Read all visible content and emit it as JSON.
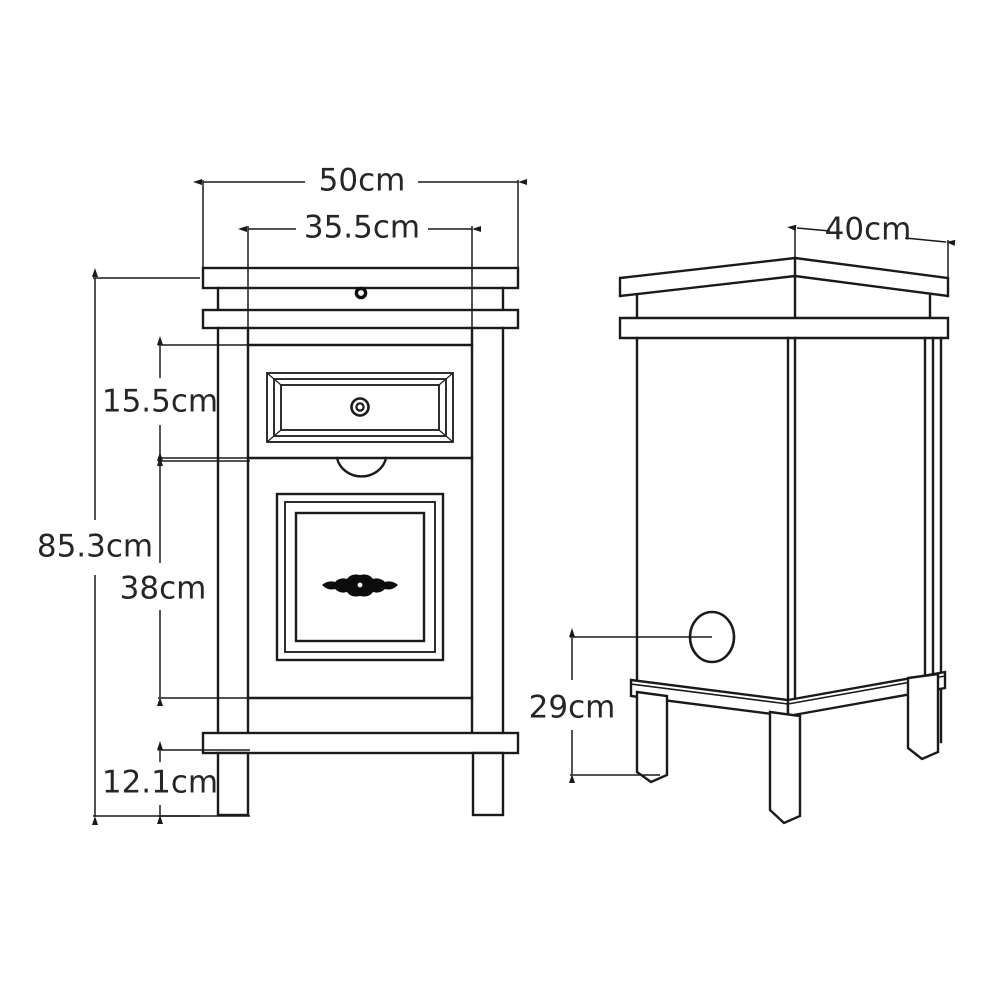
{
  "drawing": {
    "title": "Nightstand / bedside cabinet dimension drawing",
    "background_color": "#ffffff",
    "line_color": "#1a1a1a",
    "text_color": "#262626",
    "unit": "cm"
  },
  "views": {
    "front": {
      "name": "Front elevation",
      "parts": [
        "top-board",
        "top-trim-rail",
        "left-stile",
        "right-stile",
        "drawer-front",
        "door-panel",
        "bottom-rail",
        "left-leg",
        "right-leg"
      ]
    },
    "side": {
      "name": "Side perspective view",
      "parts": [
        "top-board",
        "top-trim-rail",
        "side-panel",
        "corner-post",
        "bottom-rail",
        "front-leg",
        "back-leg",
        "door-knob"
      ]
    }
  },
  "dimensions": {
    "width_overall": {
      "label": "50cm",
      "value": 50,
      "unit": "cm",
      "orientation": "horizontal",
      "view": "front",
      "measures": "overall top width"
    },
    "width_body": {
      "label": "35.5cm",
      "value": 35.5,
      "unit": "cm",
      "orientation": "horizontal",
      "view": "front",
      "measures": "cabinet body width"
    },
    "depth": {
      "label": "40cm",
      "value": 40,
      "unit": "cm",
      "orientation": "diagonal",
      "view": "side",
      "measures": "overall depth"
    },
    "height_overall": {
      "label": "85.3cm",
      "value": 85.3,
      "unit": "cm",
      "orientation": "vertical",
      "view": "front",
      "measures": "overall height"
    },
    "drawer_height": {
      "label": "15.5cm",
      "value": 15.5,
      "unit": "cm",
      "orientation": "vertical",
      "view": "front",
      "measures": "drawer opening height"
    },
    "door_height": {
      "label": "38cm",
      "value": 38,
      "unit": "cm",
      "orientation": "vertical",
      "view": "front",
      "measures": "door opening height"
    },
    "leg_height": {
      "label": "12.1cm",
      "value": 12.1,
      "unit": "cm",
      "orientation": "vertical",
      "view": "front",
      "measures": "leg height"
    },
    "clearance": {
      "label": "29cm",
      "value": 29,
      "unit": "cm",
      "orientation": "vertical",
      "view": "side",
      "measures": "knob height above floor"
    }
  },
  "hardware": {
    "drawer_knob": "round-knob",
    "door_pull": "ornate-escutcheon-pull",
    "side_knob": "round-knob",
    "top_fastener": "screw-hole"
  }
}
